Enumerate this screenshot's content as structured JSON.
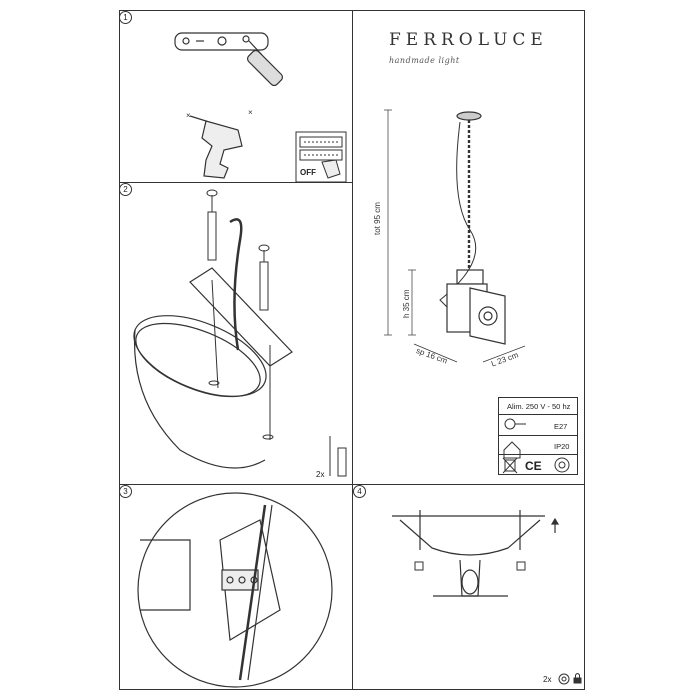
{
  "brand": {
    "name": "FERROLUCE",
    "tagline": "handmade light"
  },
  "steps": [
    "1",
    "2",
    "3",
    "4"
  ],
  "switch_label": "OFF",
  "dimensions": {
    "total": "tot 95 cm",
    "height": "h 35 cm",
    "depth": "sp 16 cm",
    "length": "L 23 cm"
  },
  "specs": {
    "power": "Alim. 250 V - 50 hz",
    "socket": "E27",
    "ip": "IP20",
    "ce": "CE"
  },
  "quantities": {
    "anchors": "2x",
    "nuts": "2x"
  },
  "icons": [
    "screwdriver-icon",
    "drill-icon",
    "breaker-icon",
    "bulb-icon",
    "indoor-icon",
    "weee-icon",
    "ce-icon",
    "ambient-icon",
    "nut-icon",
    "lock-icon"
  ]
}
